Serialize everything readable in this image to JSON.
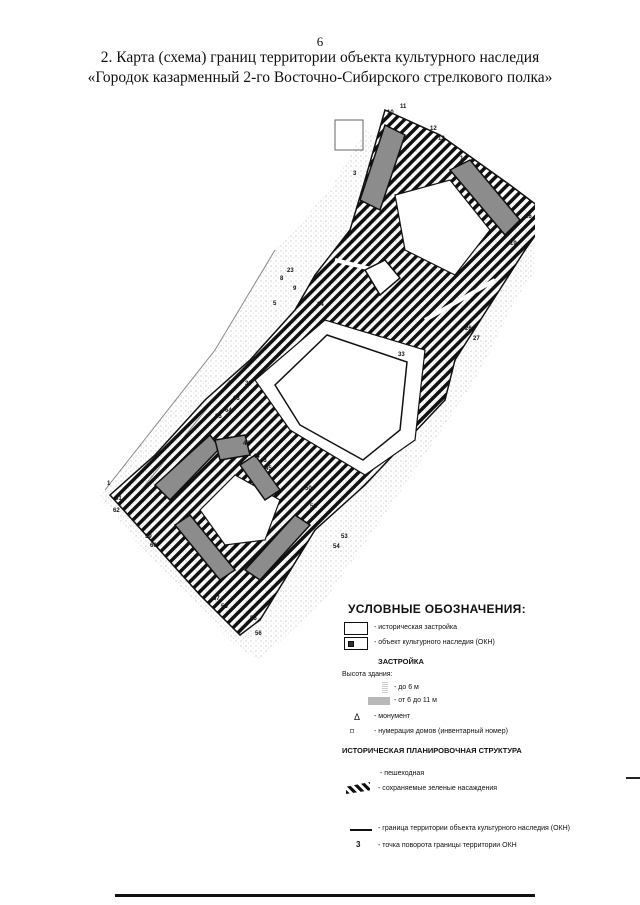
{
  "page_number": "6",
  "title": {
    "line1": "2. Карта (схема) границ территории объекта культурного наследия",
    "line2": "«Городок казарменный 2-го Восточно-Сибирского стрелкового полка»"
  },
  "map": {
    "point_labels": [
      "10",
      "11",
      "12",
      "13",
      "14",
      "16",
      "19",
      "21",
      "23",
      "26",
      "27",
      "30",
      "33",
      "34",
      "42",
      "43",
      "44",
      "45",
      "50",
      "51",
      "53",
      "54",
      "55",
      "56",
      "57",
      "58",
      "59",
      "60",
      "61",
      "62",
      "63",
      "64",
      "65",
      "3",
      "5",
      "8",
      "9",
      "1"
    ]
  },
  "legend": {
    "title": "УСЛОВНЫЕ ОБОЗНАЧЕНИЯ:",
    "historic_building": "- историческая застройка",
    "okn_object": "- объект культурного наследия (ОКН)",
    "section_buildings": "ЗАСТРОЙКА",
    "height_label": "Высота здания:",
    "height_low": "- до 6 м",
    "height_mid": "- от 6 до 11 м",
    "monument_symbol": "Δ",
    "monument": "- монумент",
    "house_numbers": "- нумерация домов (инвентарный номер)",
    "section_structure": "ИСТОРИЧЕСКАЯ ПЛАНИРОВОЧНАЯ СТРУКТУРА",
    "pedestrian": "- пешеходная",
    "green": "- сохраняемые зеленые насаждения",
    "boundary": "- граница территории объекта культурного наследия (ОКН)",
    "turn_point_symbol": "3",
    "turn_point": "- точка поворота границы территории ОКН"
  }
}
